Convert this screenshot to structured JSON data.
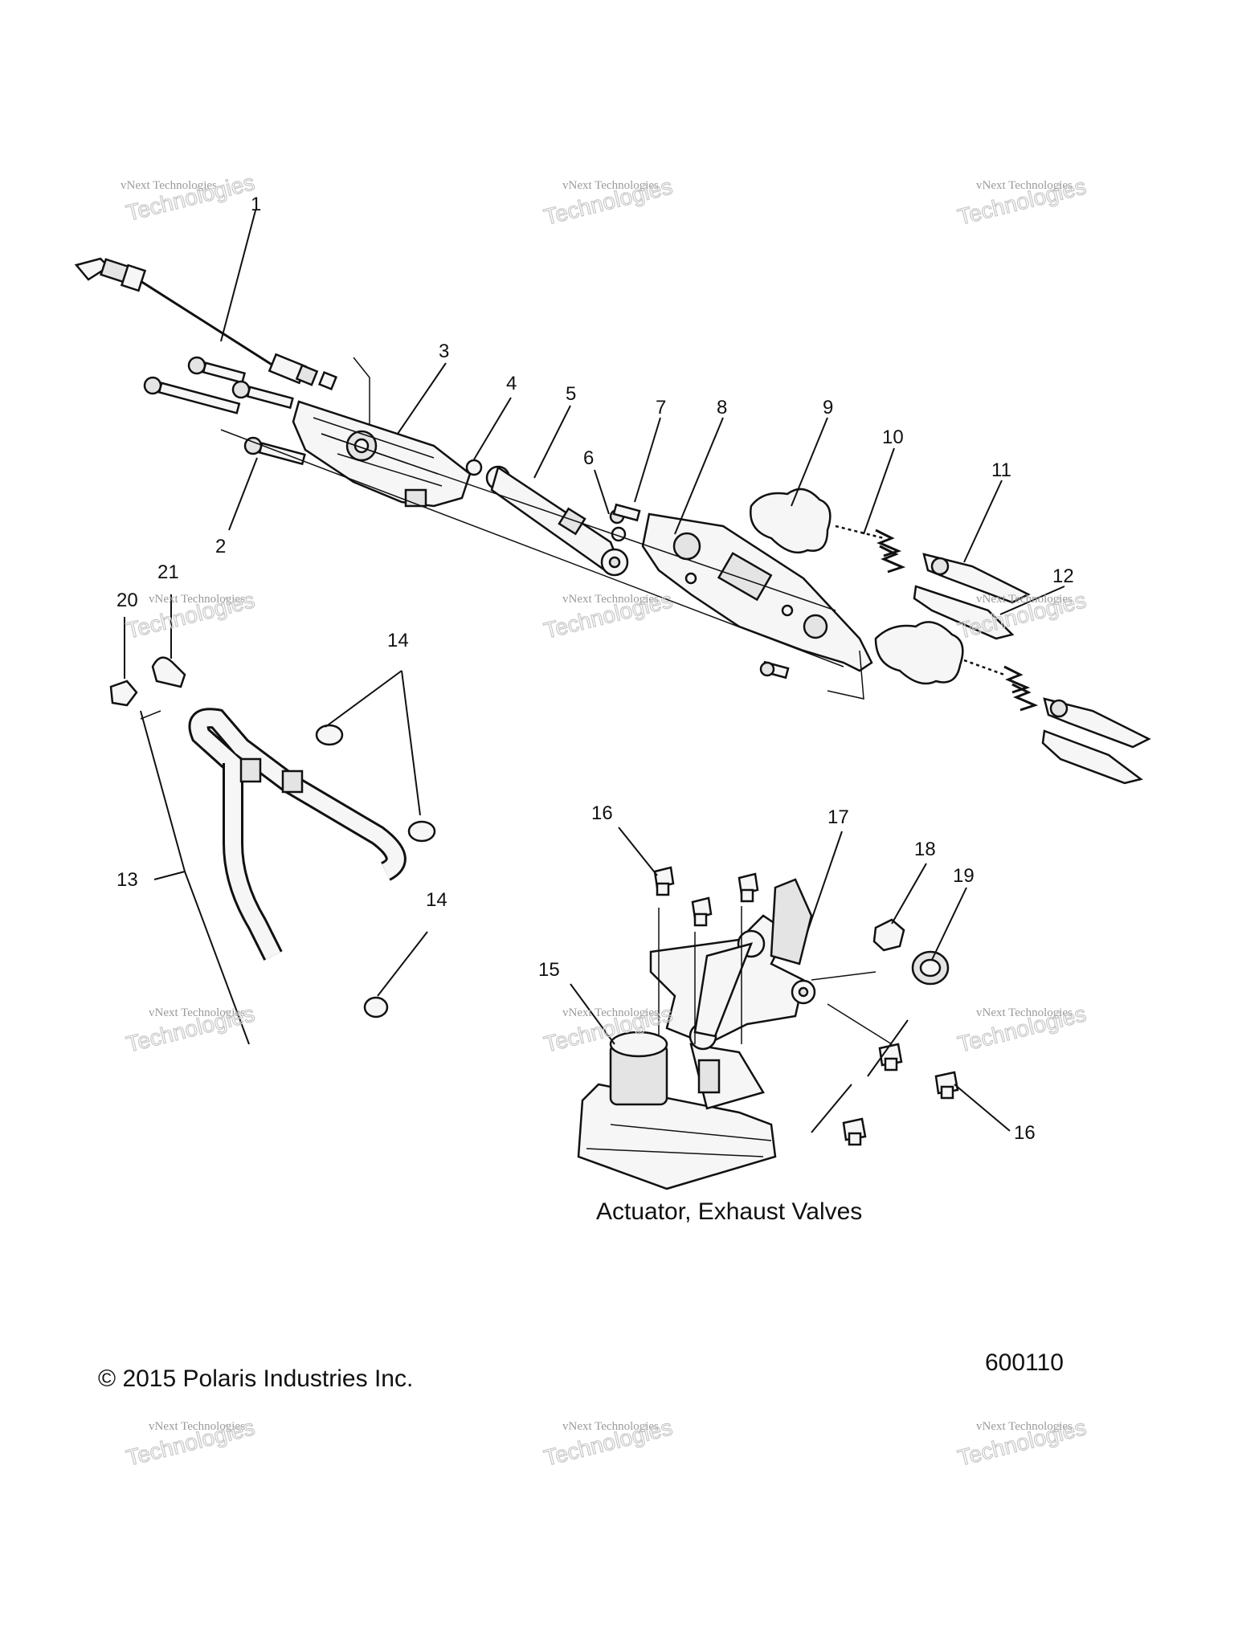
{
  "caption": "Actuator, Exhaust Valves",
  "copyright": "© 2015 Polaris Industries Inc.",
  "drawing_number": "600110",
  "watermark": {
    "line1": "vNext Technologies",
    "line2": "Technologies"
  },
  "callouts": {
    "c1": "1",
    "c2": "2",
    "c3": "3",
    "c4": "4",
    "c5": "5",
    "c6": "6",
    "c7": "7",
    "c8": "8",
    "c9": "9",
    "c10": "10",
    "c11": "11",
    "c12": "12",
    "c13": "13",
    "c14a": "14",
    "c14b": "14",
    "c15": "15",
    "c16a": "16",
    "c16b": "16",
    "c17": "17",
    "c18": "18",
    "c19": "19",
    "c20": "20",
    "c21": "21"
  }
}
